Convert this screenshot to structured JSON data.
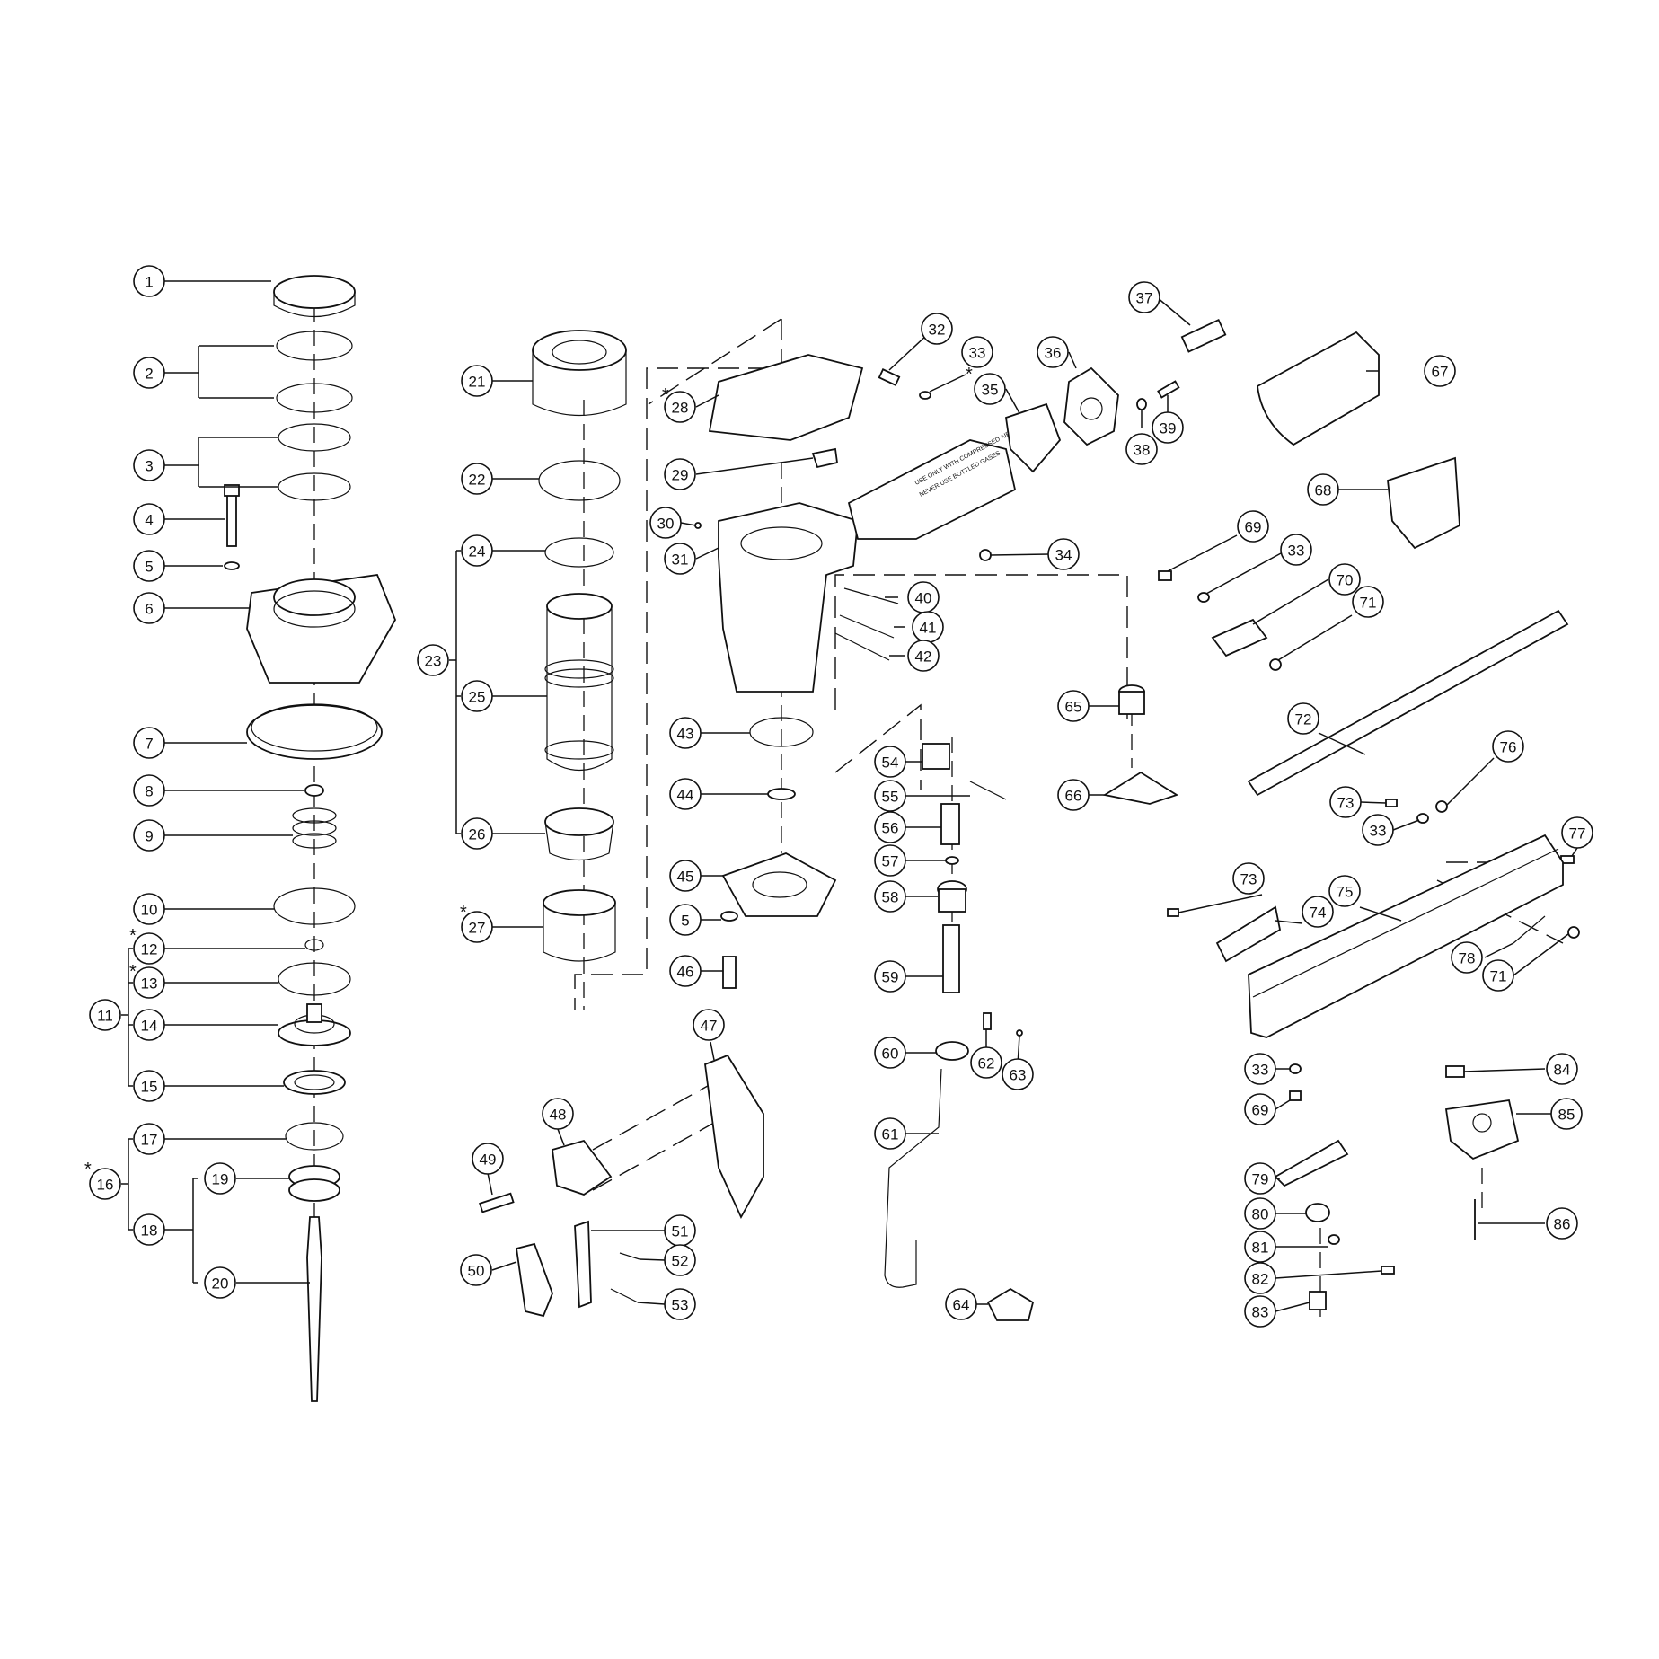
{
  "diagram": {
    "tool_label": "USE ONLY WITH COMPRESSED AIR",
    "tool_label_2": "NEVER USE BOTTLED GASES",
    "asterisk": "*",
    "callouts": [
      {
        "id": "c1",
        "label": "1"
      },
      {
        "id": "c2",
        "label": "2"
      },
      {
        "id": "c3",
        "label": "3"
      },
      {
        "id": "c4",
        "label": "4"
      },
      {
        "id": "c5a",
        "label": "5"
      },
      {
        "id": "c6",
        "label": "6"
      },
      {
        "id": "c7",
        "label": "7"
      },
      {
        "id": "c8",
        "label": "8"
      },
      {
        "id": "c9",
        "label": "9"
      },
      {
        "id": "c10",
        "label": "10"
      },
      {
        "id": "c11",
        "label": "11"
      },
      {
        "id": "c12",
        "label": "12"
      },
      {
        "id": "c13",
        "label": "13"
      },
      {
        "id": "c14",
        "label": "14"
      },
      {
        "id": "c15",
        "label": "15"
      },
      {
        "id": "c16",
        "label": "16"
      },
      {
        "id": "c17",
        "label": "17"
      },
      {
        "id": "c18",
        "label": "18"
      },
      {
        "id": "c19",
        "label": "19"
      },
      {
        "id": "c20",
        "label": "20"
      },
      {
        "id": "c21",
        "label": "21"
      },
      {
        "id": "c22",
        "label": "22"
      },
      {
        "id": "c23",
        "label": "23"
      },
      {
        "id": "c24",
        "label": "24"
      },
      {
        "id": "c25",
        "label": "25"
      },
      {
        "id": "c26",
        "label": "26"
      },
      {
        "id": "c27",
        "label": "27"
      },
      {
        "id": "c28",
        "label": "28"
      },
      {
        "id": "c29",
        "label": "29"
      },
      {
        "id": "c30",
        "label": "30"
      },
      {
        "id": "c31",
        "label": "31"
      },
      {
        "id": "c32",
        "label": "32"
      },
      {
        "id": "c33a",
        "label": "33"
      },
      {
        "id": "c34",
        "label": "34"
      },
      {
        "id": "c35",
        "label": "35"
      },
      {
        "id": "c36",
        "label": "36"
      },
      {
        "id": "c37",
        "label": "37"
      },
      {
        "id": "c38",
        "label": "38"
      },
      {
        "id": "c39",
        "label": "39"
      },
      {
        "id": "c40",
        "label": "40"
      },
      {
        "id": "c41",
        "label": "41"
      },
      {
        "id": "c42",
        "label": "42"
      },
      {
        "id": "c43",
        "label": "43"
      },
      {
        "id": "c44",
        "label": "44"
      },
      {
        "id": "c45",
        "label": "45"
      },
      {
        "id": "c5b",
        "label": "5"
      },
      {
        "id": "c46",
        "label": "46"
      },
      {
        "id": "c47",
        "label": "47"
      },
      {
        "id": "c48",
        "label": "48"
      },
      {
        "id": "c49",
        "label": "49"
      },
      {
        "id": "c50",
        "label": "50"
      },
      {
        "id": "c51",
        "label": "51"
      },
      {
        "id": "c52",
        "label": "52"
      },
      {
        "id": "c53",
        "label": "53"
      },
      {
        "id": "c54",
        "label": "54"
      },
      {
        "id": "c55",
        "label": "55"
      },
      {
        "id": "c56",
        "label": "56"
      },
      {
        "id": "c57",
        "label": "57"
      },
      {
        "id": "c58",
        "label": "58"
      },
      {
        "id": "c59",
        "label": "59"
      },
      {
        "id": "c60",
        "label": "60"
      },
      {
        "id": "c61",
        "label": "61"
      },
      {
        "id": "c62",
        "label": "62"
      },
      {
        "id": "c63",
        "label": "63"
      },
      {
        "id": "c64",
        "label": "64"
      },
      {
        "id": "c65",
        "label": "65"
      },
      {
        "id": "c66",
        "label": "66"
      },
      {
        "id": "c67",
        "label": "67"
      },
      {
        "id": "c68",
        "label": "68"
      },
      {
        "id": "c69a",
        "label": "69"
      },
      {
        "id": "c33b",
        "label": "33"
      },
      {
        "id": "c70",
        "label": "70"
      },
      {
        "id": "c71a",
        "label": "71"
      },
      {
        "id": "c72",
        "label": "72"
      },
      {
        "id": "c73a",
        "label": "73"
      },
      {
        "id": "c33c",
        "label": "33"
      },
      {
        "id": "c76",
        "label": "76"
      },
      {
        "id": "c77",
        "label": "77"
      },
      {
        "id": "c73b",
        "label": "73"
      },
      {
        "id": "c74",
        "label": "74"
      },
      {
        "id": "c75",
        "label": "75"
      },
      {
        "id": "c78",
        "label": "78"
      },
      {
        "id": "c71b",
        "label": "71"
      },
      {
        "id": "c33d",
        "label": "33"
      },
      {
        "id": "c69b",
        "label": "69"
      },
      {
        "id": "c79",
        "label": "79"
      },
      {
        "id": "c80",
        "label": "80"
      },
      {
        "id": "c81",
        "label": "81"
      },
      {
        "id": "c82",
        "label": "82"
      },
      {
        "id": "c83",
        "label": "83"
      },
      {
        "id": "c84",
        "label": "84"
      },
      {
        "id": "c85",
        "label": "85"
      },
      {
        "id": "c86",
        "label": "86"
      }
    ]
  }
}
